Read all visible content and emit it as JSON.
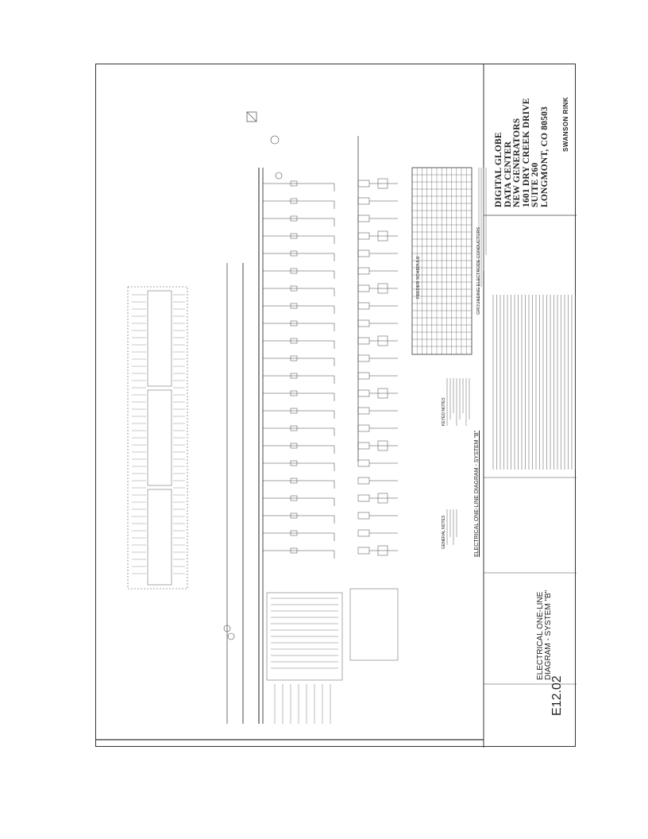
{
  "title_block": {
    "client_lines": [
      "DIGITAL GLOBE",
      "DATA CENTER",
      "NEW GENERATORS",
      "1601 DRY CREEK DRIVE",
      "SUITE 260",
      "LONGMONT, CO 80503"
    ],
    "firm_logo": "SWANSON RINK",
    "sheet_title_lines": [
      "ELECTRICAL ONE-LINE",
      "DIAGRAM - SYSTEM \"B\""
    ],
    "sheet_number": "E12.02"
  },
  "drawing": {
    "diagram_title": "ELECTRICAL ONE-LINE DIAGRAM - SYSTEM \"B\"",
    "feeder_schedule_title": "FEEDER SCHEDULE",
    "grounding_title": "GROUNDING ELECTRODE CONDUCTORS",
    "keyed_notes_title": "KEYED NOTES",
    "general_notes_title": "GENERAL NOTES"
  },
  "colors": {
    "ink": "#2b2b2b",
    "faint_ink": "#6b6b6b",
    "paper": "#ffffff"
  }
}
